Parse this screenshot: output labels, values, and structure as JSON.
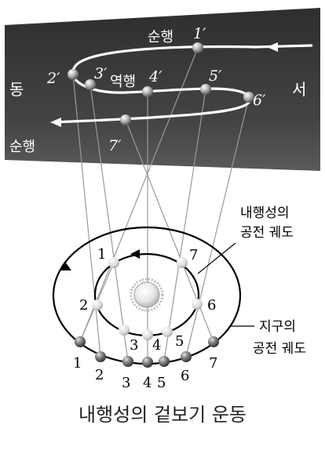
{
  "sky": {
    "direct_top": "순행",
    "retrograde": "역행",
    "direct_bottom": "순행",
    "east": "동",
    "west": "서",
    "sky_positions": [
      "1′",
      "2′",
      "3′",
      "4′",
      "5′",
      "6′",
      "7′"
    ]
  },
  "orbits": {
    "inner_label_line1": "내행성의",
    "inner_label_line2": "공전 궤도",
    "outer_label_line1": "지구의",
    "outer_label_line2": "공전 궤도",
    "inner_numbers": [
      "1",
      "2",
      "3",
      "4",
      "5",
      "6",
      "7"
    ],
    "outer_numbers": [
      "1",
      "2",
      "3",
      "4",
      "5",
      "6",
      "7"
    ]
  },
  "caption": "내행성의 겉보기 운동",
  "colors": {
    "sky_band": "#3d3d3d",
    "path": "#ffffff",
    "orbit": "#000000",
    "sight_line": "#9a9a9a"
  }
}
